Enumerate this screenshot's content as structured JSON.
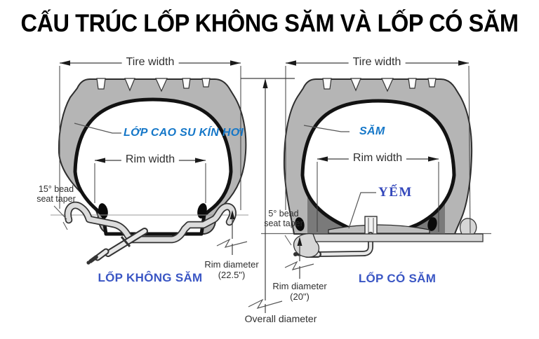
{
  "title": "CẤU TRÚC LỐP KHÔNG SĂM VÀ LỐP CÓ SĂM",
  "colors": {
    "label_blue_italic": "#1577c8",
    "caption_blue": "#3a56c4",
    "flap_label_blue": "#3347bb",
    "tire_gray": "#b5b5b5",
    "rim_gray": "#dcdcdc",
    "tube_dark_gray": "#7a7a7a",
    "line_dark": "#333333",
    "background": "#ffffff"
  },
  "left_diagram": {
    "tire_width": "Tire width",
    "rim_width": "Rim width",
    "inner_layer": "LỚP CAO SU KÍN HƠI",
    "taper1": "15° bead",
    "taper2": "seat taper",
    "rim_dia1": "Rim diameter",
    "rim_dia2": "(22.5\")",
    "caption": "LỐP KHÔNG SĂM"
  },
  "right_diagram": {
    "tire_width": "Tire width",
    "rim_width": "Rim width",
    "tube": "SĂM",
    "flap": "YẾM",
    "taper1": "5° bead",
    "taper2": "seat taper",
    "rim_dia1": "Rim diameter",
    "rim_dia2": "(20\")",
    "caption": "LỐP CÓ SĂM"
  },
  "shared": {
    "overall_diameter": "Overall diameter"
  }
}
